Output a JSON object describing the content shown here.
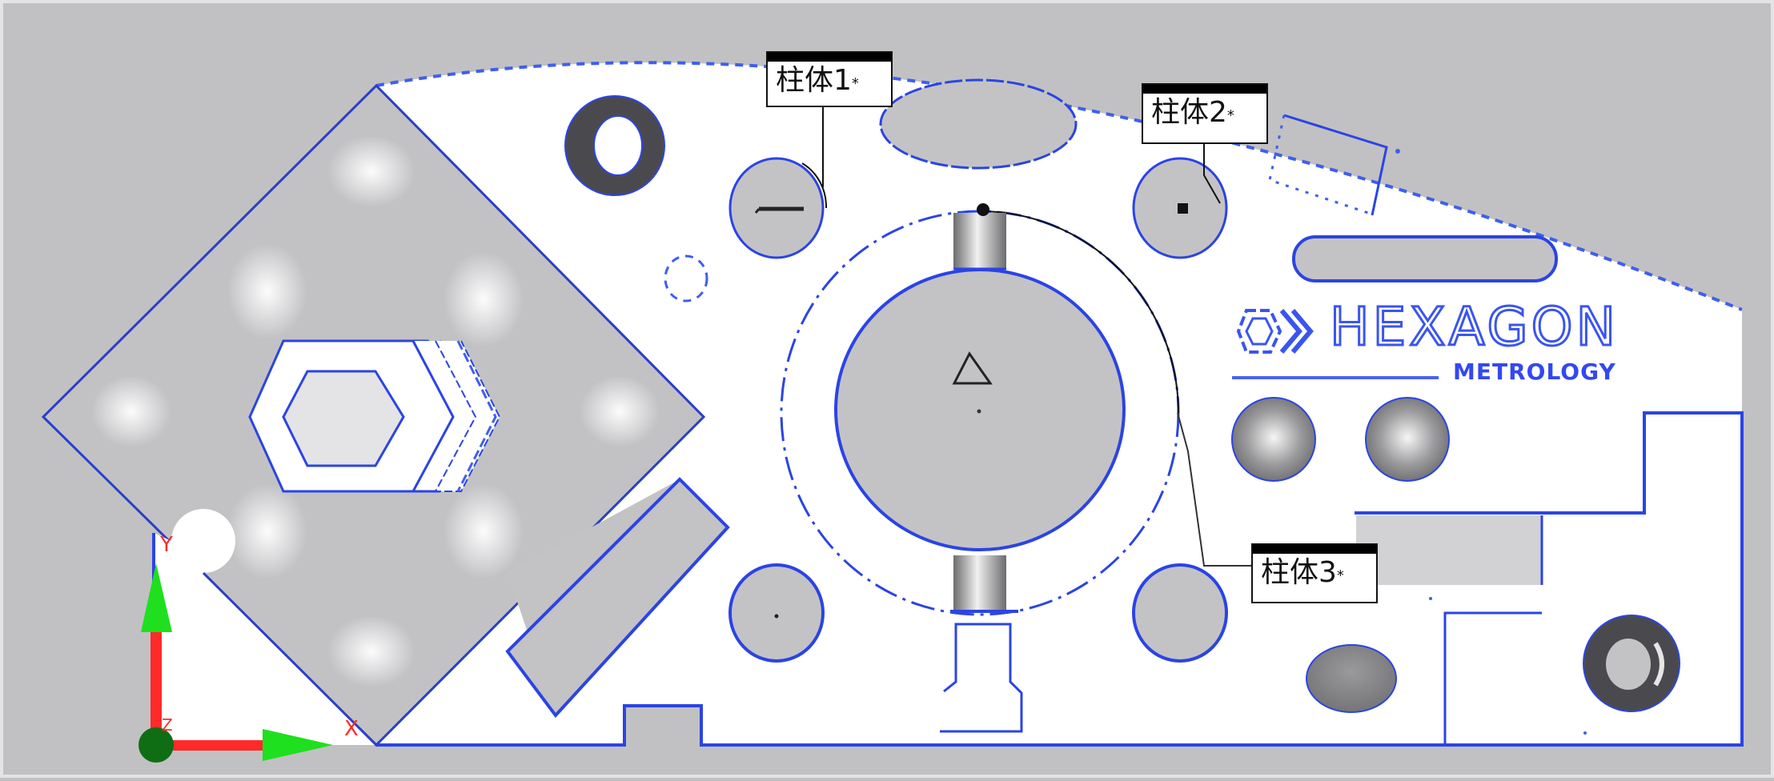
{
  "viewport": {
    "background_color": "#c1c1c3",
    "part_color": "#ffffff",
    "edge_color": "#2f49e6",
    "surface_gray": "#c3c3c6"
  },
  "callouts": [
    {
      "id": "cylinder-1",
      "label": "柱体1",
      "marker": "*"
    },
    {
      "id": "cylinder-2",
      "label": "柱体2",
      "marker": "*"
    },
    {
      "id": "cylinder-3",
      "label": "柱体3",
      "marker": "*"
    }
  ],
  "logo": {
    "brand": "HEXAGON",
    "subtitle": "METROLOGY",
    "color": "#3348f0"
  },
  "axes": {
    "x_label": "X",
    "y_label": "Y",
    "z_label": "Z",
    "shaft_color": "#ff2a2a",
    "arrow_color": "#1ee01e",
    "origin_color": "#0f6e14"
  },
  "symbols": {
    "datum_marker": "triangle-icon"
  }
}
